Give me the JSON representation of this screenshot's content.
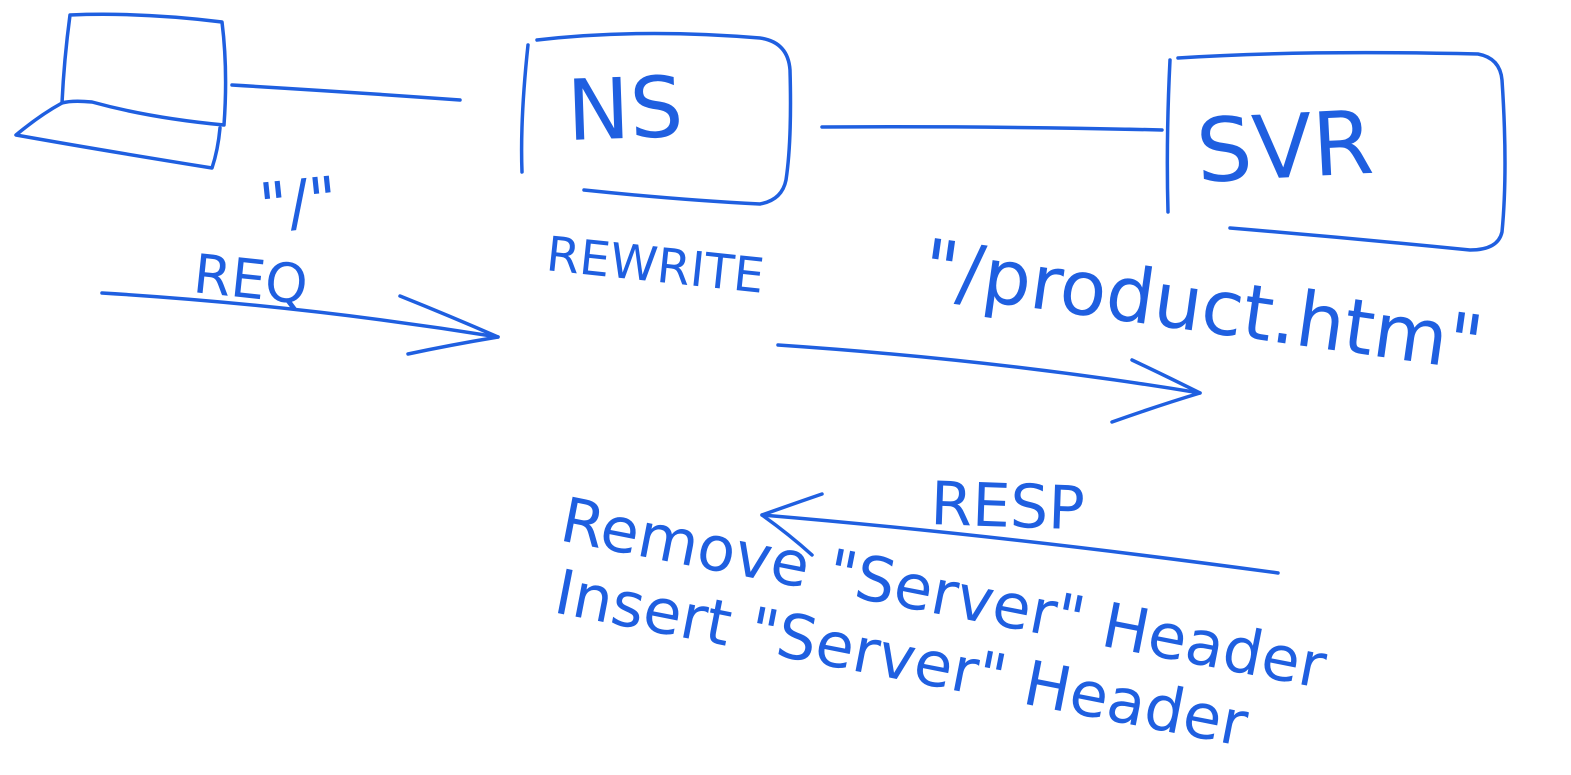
{
  "ink_color": "#1f5fe0",
  "nodes": {
    "ns_label": "NS",
    "svr_label": "SVR"
  },
  "request": {
    "path": "\"/\"",
    "label": "REQ",
    "action": "REWRITE",
    "rewritten_path": "\"/product.htm\""
  },
  "response": {
    "label": "RESP",
    "line1": "Remove \"Server\" Header",
    "line2": "Insert \"Server\" Header"
  },
  "icons": {
    "client": "laptop-icon"
  }
}
